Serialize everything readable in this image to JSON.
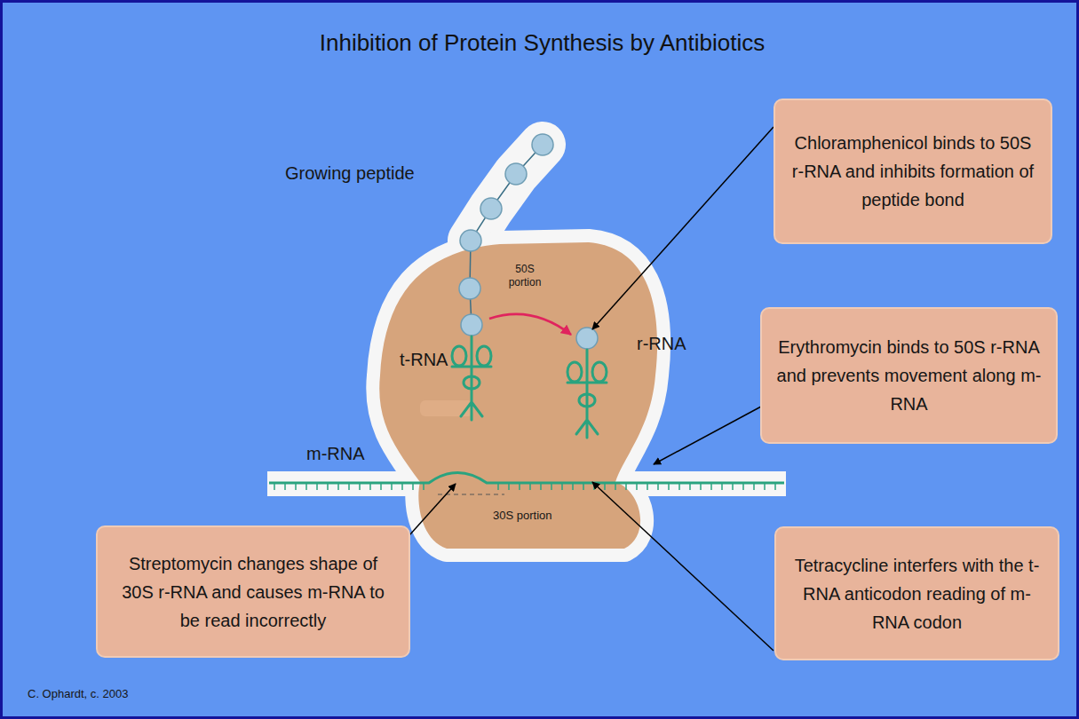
{
  "diagram": {
    "title": "Inhibition of Protein Synthesis by Antibiotics",
    "nodes": [
      {
        "text": [
          "Chloramphenicol binds to 50S r-RNA and inhibits formation of peptide bond"
        ]
      },
      {
        "text": [
          "Erythromycin binds to 50S r-RNA and prevents movement along m-RNA"
        ]
      },
      {
        "text": [
          "Streptomycin changes shape of 30S r-RNA and causes m-RNA to be read incorrectly"
        ]
      },
      {
        "text": [
          "Tetracycline interfers with the t-RNA anticodon reading of m-RNA codon"
        ]
      }
    ],
    "labels": [
      "Growing peptide",
      "50S portion",
      "t-RNA",
      "r-RNA",
      "m-RNA",
      "30S portion",
      "C. Ophardt, c. 2003"
    ]
  }
}
